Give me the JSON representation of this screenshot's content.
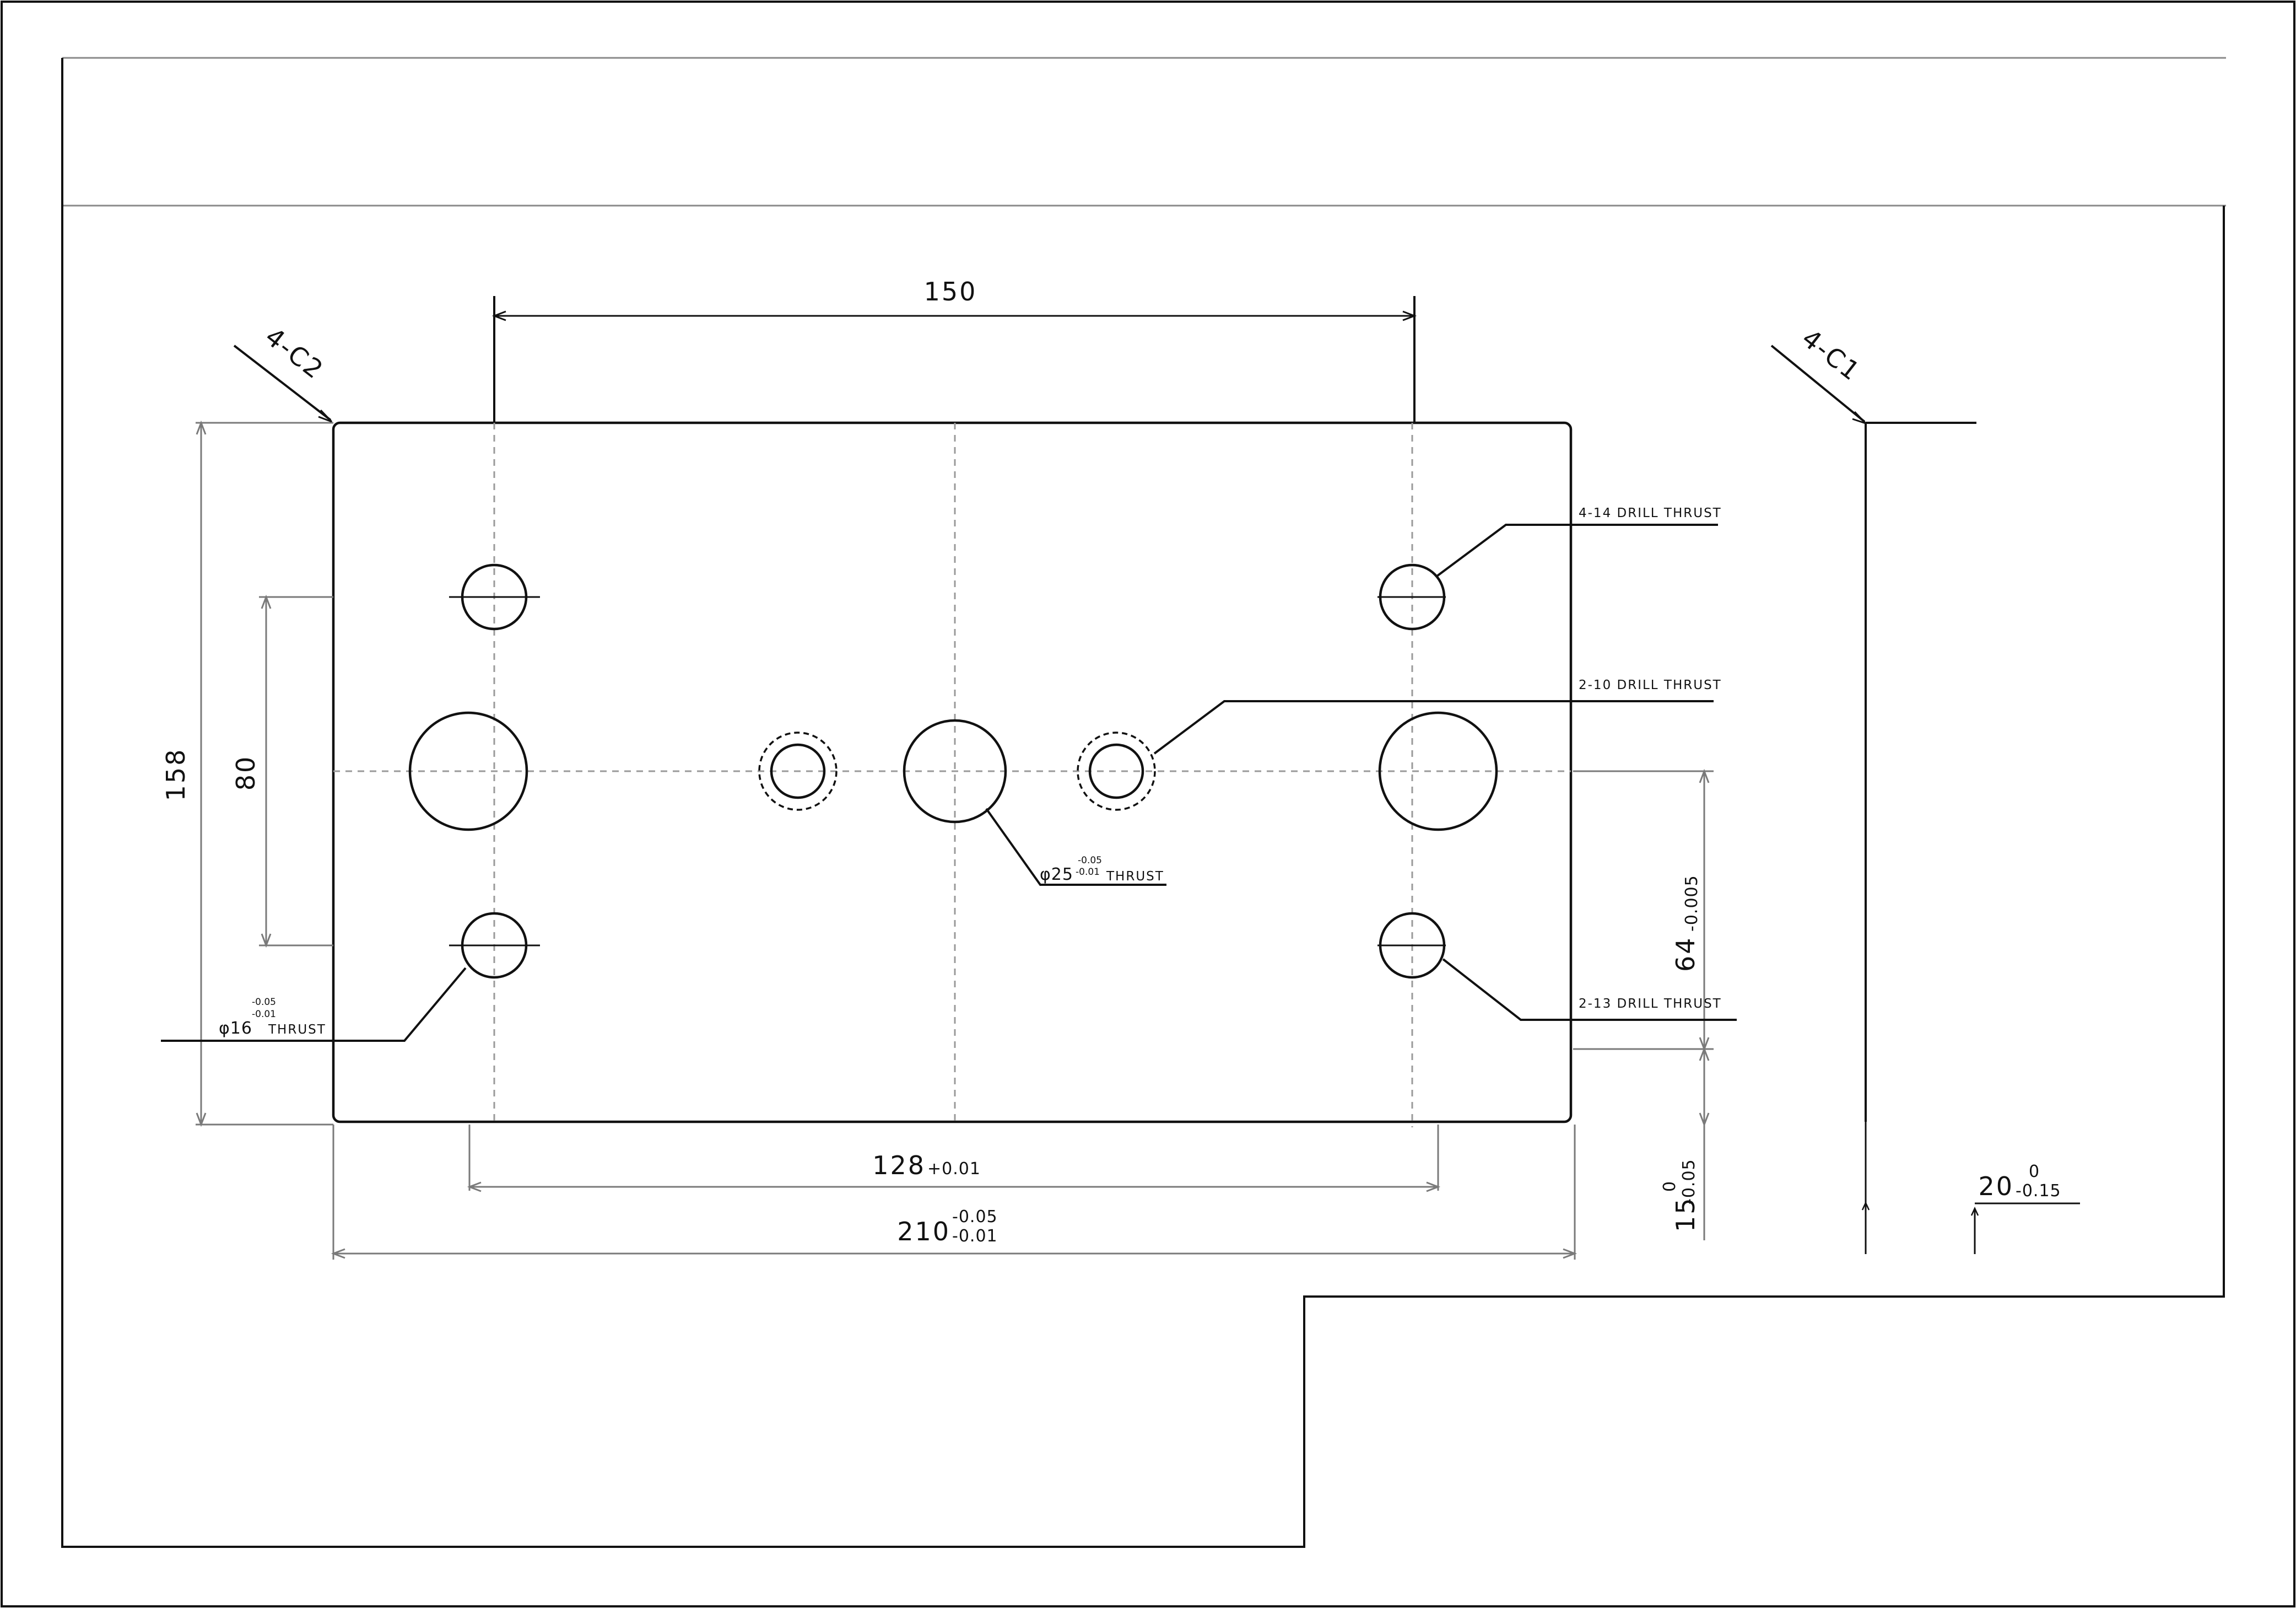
{
  "drawing": {
    "dimensions": {
      "top_span": "150",
      "height_total": "158",
      "height_inner": "80",
      "width_inner": {
        "nominal": "128",
        "tol": "+0.01"
      },
      "width_total": {
        "nominal": "210",
        "tol_upper": "-0.05",
        "tol_lower": "-0.01"
      },
      "offset_right": {
        "nominal": "64",
        "tol": "-0.005"
      },
      "bottom_offset": {
        "nominal": "15",
        "tol_upper": "0",
        "tol_lower": "-0.05"
      },
      "thickness": {
        "nominal": "20",
        "tol_upper": "0",
        "tol_lower": "-0.15"
      }
    },
    "chamfers": {
      "left": "4-C2",
      "right": "4-C1"
    },
    "callouts": {
      "drill_14": "4-14 DRILL THRUST",
      "drill_10": "2-10 DRILL THRUST",
      "drill_13": "2-13 DRILL THRUST",
      "bore_25": {
        "symbol": "φ25",
        "tol_upper": "-0.05",
        "tol_lower": "-0.01",
        "suffix": "THRUST"
      },
      "bore_16": {
        "symbol": "φ16",
        "tol_upper": "-0.05",
        "tol_lower": "-0.01",
        "suffix": "THRUST"
      }
    }
  }
}
